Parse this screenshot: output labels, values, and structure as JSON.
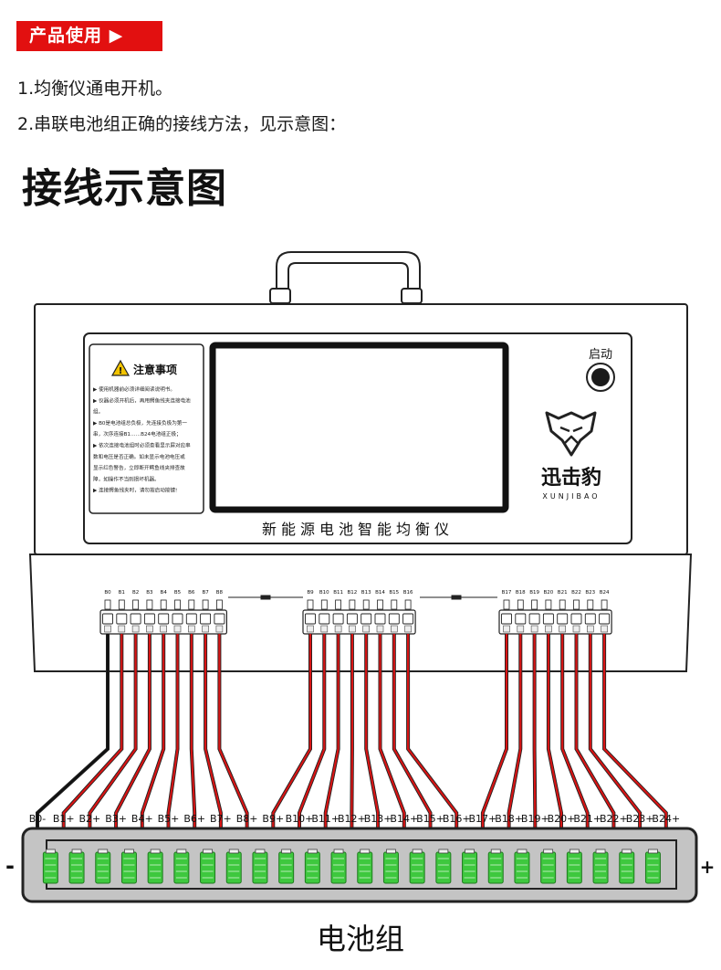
{
  "header": {
    "tag_label": "产品使用 ▶"
  },
  "steps": [
    "1.均衡仪通电开机。",
    "2.串联电池组正确的接线方法，见示意图："
  ],
  "diagram_title": "接线示意图",
  "device": {
    "name": "新能源电池智能均衡仪",
    "start_label": "启动",
    "brand_cn": "迅击豹",
    "brand_en": "XUNJIBAO",
    "notice": {
      "title": "注意事项",
      "lines": [
        "▶ 使用机器前必须详细阅读说明书。",
        "▶ 仪器必须开机后，再用鳄鱼线夹连接电池",
        "组。",
        "▶ B0是电池组总负极，先连接负极为第一",
        "串，次序连接B1……B24电池组正极；",
        "▶ 依次连接电池组时必须查看显示屏对应串",
        "数和电压是否正确。如未显示电池电压或",
        "显示红色警告，立即断开鳄鱼线夹排查故",
        "障，如操作不当则损坏机器。",
        "▶ 连接鳄鱼线夹时，请勿按启动按键!"
      ]
    },
    "terminal_groups": [
      [
        "B0",
        "B1",
        "B2",
        "B3",
        "B4",
        "B5",
        "B6",
        "B7",
        "B8"
      ],
      [
        "B9",
        "B10",
        "B11",
        "B12",
        "B13",
        "B14",
        "B15",
        "B16"
      ],
      [
        "B17",
        "B18",
        "B19",
        "B20",
        "B21",
        "B22",
        "B23",
        "B24"
      ]
    ]
  },
  "battery": {
    "labels": [
      "B0-",
      "B1+",
      "B2+",
      "B3+",
      "B4+",
      "B5+",
      "B6+",
      "B7+",
      "B8+",
      "B9+",
      "B10+",
      "B11+",
      "B12+",
      "B13+",
      "B14+",
      "B15+",
      "B16+",
      "B17+",
      "B18+",
      "B19+",
      "B20+",
      "B21+",
      "B22+",
      "B23+",
      "B24+"
    ],
    "neg_label": "-",
    "pos_label": "+",
    "caption": "电池组"
  },
  "colors": {
    "accent": "#e21010",
    "wire_red": "#d81414",
    "wire_black": "#111111",
    "cell_green": "#3ec83e"
  }
}
